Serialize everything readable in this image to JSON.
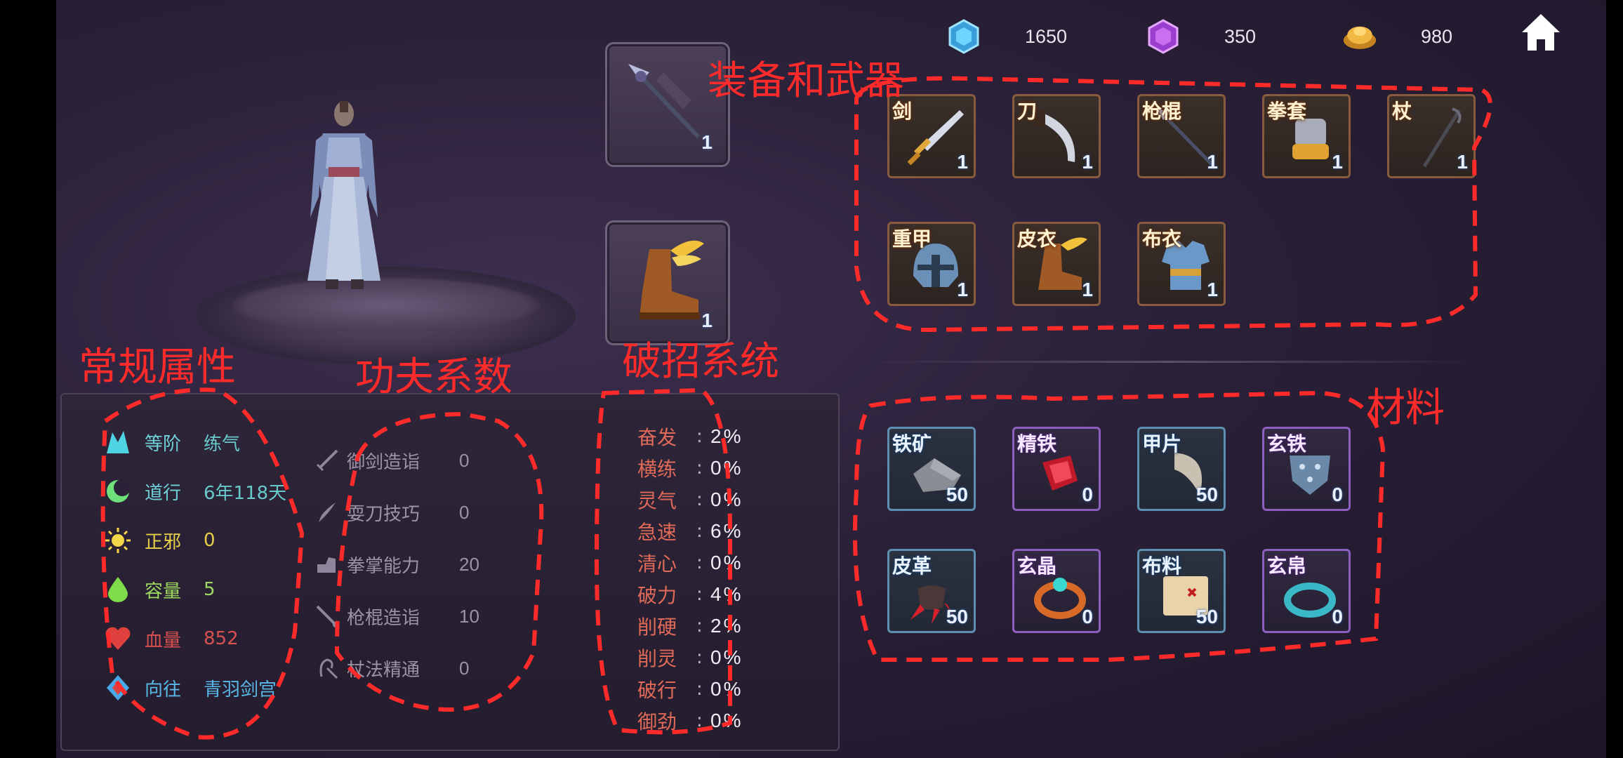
{
  "currencies": [
    {
      "name": "blue-gem",
      "value": "1650",
      "color": "#4fb8e8"
    },
    {
      "name": "purple-gem",
      "value": "350",
      "color": "#b04fe0"
    },
    {
      "name": "gold-ingot",
      "value": "980",
      "color": "#e3a83a"
    }
  ],
  "equipped": {
    "weapon_count": "1",
    "boots_count": "1"
  },
  "equipment_items": [
    {
      "tag": "剑",
      "count": "1",
      "icon": "sword-icon"
    },
    {
      "tag": "刀",
      "count": "1",
      "icon": "saber-icon"
    },
    {
      "tag": "枪棍",
      "count": "1",
      "icon": "spear-icon"
    },
    {
      "tag": "拳套",
      "count": "1",
      "icon": "gauntlet-icon"
    },
    {
      "tag": "杖",
      "count": "1",
      "icon": "staff-icon"
    },
    {
      "tag": "重甲",
      "count": "1",
      "icon": "helmet-icon"
    },
    {
      "tag": "皮衣",
      "count": "1",
      "icon": "winged-boot-icon"
    },
    {
      "tag": "布衣",
      "count": "1",
      "icon": "cloth-armor-icon"
    }
  ],
  "materials": [
    {
      "tag": "铁矿",
      "count": "50",
      "icon": "iron-ore-icon",
      "tier": "blue"
    },
    {
      "tag": "精铁",
      "count": "0",
      "icon": "refined-iron-icon",
      "tier": "purple"
    },
    {
      "tag": "甲片",
      "count": "50",
      "icon": "armor-scale-icon",
      "tier": "blue"
    },
    {
      "tag": "玄铁",
      "count": "0",
      "icon": "dark-iron-icon",
      "tier": "purple"
    },
    {
      "tag": "皮革",
      "count": "50",
      "icon": "leather-claw-icon",
      "tier": "blue"
    },
    {
      "tag": "玄晶",
      "count": "0",
      "icon": "crystal-ring-icon",
      "tier": "purple"
    },
    {
      "tag": "布料",
      "count": "50",
      "icon": "cloth-map-icon",
      "tier": "blue"
    },
    {
      "tag": "玄帛",
      "count": "0",
      "icon": "silk-ring-icon",
      "tier": "purple"
    }
  ],
  "attributes": [
    {
      "label": "等阶",
      "value": "练气",
      "icon": "rank-icon",
      "color": "#4fd4e4"
    },
    {
      "label": "道行",
      "value": "6年118天",
      "icon": "moon-icon",
      "color": "#6fe07a"
    },
    {
      "label": "正邪",
      "value": "0",
      "icon": "sun-icon",
      "color": "#f3d84a"
    },
    {
      "label": "容量",
      "value": "5",
      "icon": "drop-icon",
      "color": "#7fdc4a"
    },
    {
      "label": "血量",
      "value": "852",
      "icon": "heart-icon",
      "color": "#e0403e"
    },
    {
      "label": "向往",
      "value": "青羽剑宫",
      "icon": "compass-icon",
      "color": "#4aa8e8"
    }
  ],
  "kungfu": [
    {
      "label": "御剑造诣",
      "value": "0",
      "icon": "sword-skill-icon"
    },
    {
      "label": "耍刀技巧",
      "value": "0",
      "icon": "blade-skill-icon"
    },
    {
      "label": "拳掌能力",
      "value": "20",
      "icon": "fist-skill-icon"
    },
    {
      "label": "枪棍造诣",
      "value": "10",
      "icon": "spear-skill-icon"
    },
    {
      "label": "杖法精通",
      "value": "0",
      "icon": "staff-skill-icon"
    }
  ],
  "break_moves": [
    {
      "label": "奋发",
      "value": "2%"
    },
    {
      "label": "横练",
      "value": "0%"
    },
    {
      "label": "灵气",
      "value": "0%"
    },
    {
      "label": "急速",
      "value": "6%"
    },
    {
      "label": "清心",
      "value": "0%"
    },
    {
      "label": "破力",
      "value": "4%"
    },
    {
      "label": "削硬",
      "value": "2%"
    },
    {
      "label": "削灵",
      "value": "0%"
    },
    {
      "label": "破行",
      "value": "0%"
    },
    {
      "label": "御劲",
      "value": "0%"
    }
  ],
  "separator": ":",
  "annotations": {
    "equipment": "装备和武器",
    "general": "常规属性",
    "kungfu": "功夫系数",
    "break": "破招系统",
    "materials": "材料"
  }
}
